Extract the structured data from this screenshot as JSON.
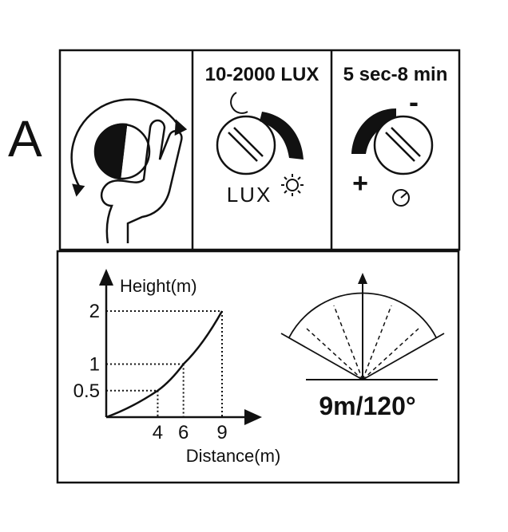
{
  "panel_letter": "A",
  "hand_panel": {
    "icon": "hand-turning-knob-icon"
  },
  "lux_panel": {
    "title": "10-2000 LUX",
    "knob_label": "LUX",
    "dark_icon": "moon-icon",
    "bright_icon": "sun-icon"
  },
  "time_panel": {
    "title": "5 sec-8 min",
    "minus_label": "-",
    "plus_label": "+",
    "clock_icon": "clock-icon"
  },
  "height_chart": {
    "ylabel": "Height(m)",
    "xlabel": "Distance(m)",
    "y_ticks": [
      "2",
      "1",
      "0.5"
    ],
    "x_ticks": [
      "4",
      "6",
      "9"
    ],
    "chart_data": {
      "type": "line",
      "x": [
        0,
        4,
        6,
        9
      ],
      "y": [
        0,
        0.5,
        1,
        2
      ],
      "xlabel": "Distance(m)",
      "ylabel": "Height(m)",
      "x_ticks": [
        4,
        6,
        9
      ],
      "y_ticks": [
        0.5,
        1,
        2
      ],
      "grid": "dotted guides to marked points"
    }
  },
  "detection": {
    "label": "9m/120°"
  }
}
